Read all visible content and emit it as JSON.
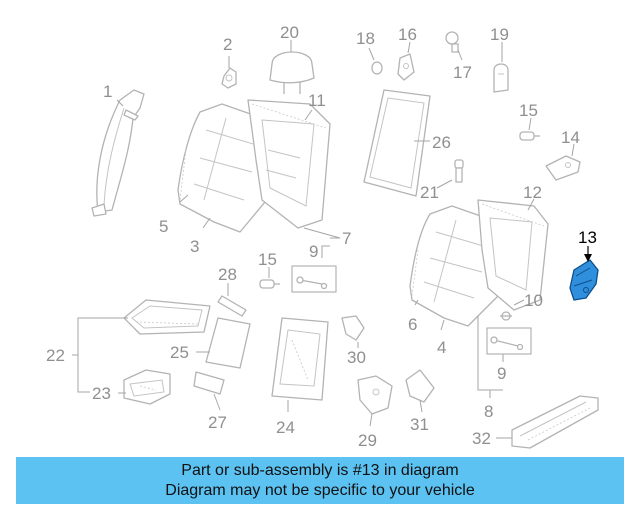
{
  "diagram": {
    "highlighted_part": "13",
    "highlight_color": "#2f8fdc",
    "caption_background": "#5bc2f2",
    "callouts": [
      "1",
      "2",
      "3",
      "4",
      "5",
      "6",
      "7",
      "8",
      "9",
      "9",
      "10",
      "11",
      "12",
      "13",
      "14",
      "15",
      "15",
      "16",
      "17",
      "18",
      "19",
      "20",
      "21",
      "22",
      "23",
      "24",
      "25",
      "26",
      "27",
      "28",
      "29",
      "30",
      "31",
      "32"
    ]
  },
  "caption": {
    "line1": "Part or sub-assembly is #13 in diagram",
    "line2": "Diagram may not be specific to your vehicle"
  }
}
